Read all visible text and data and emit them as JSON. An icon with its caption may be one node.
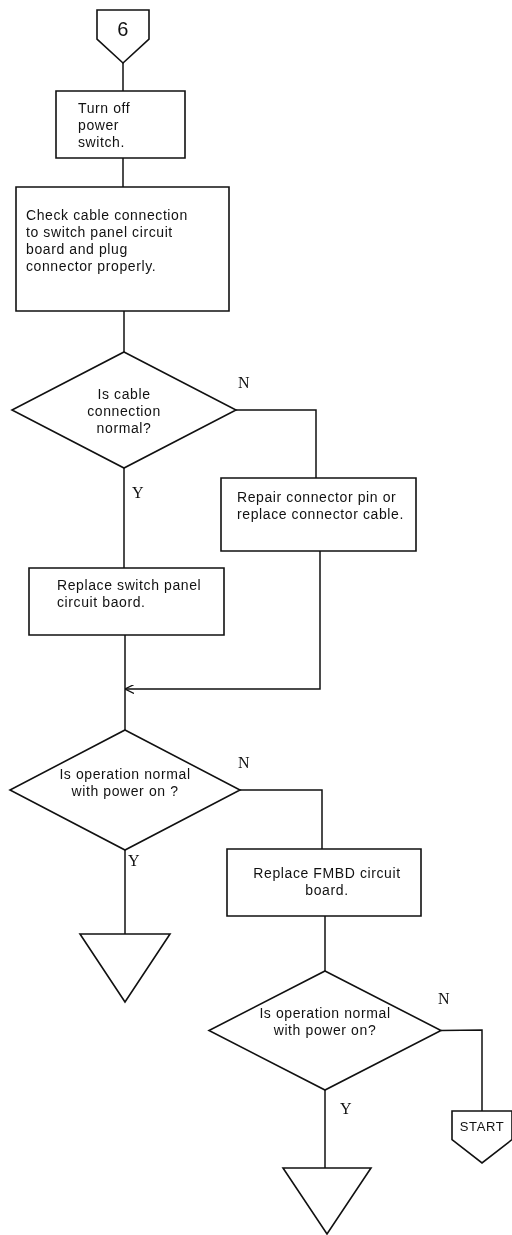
{
  "diagram": {
    "nodes": [
      {
        "text": [
          "6"
        ]
      },
      {
        "text": [
          "Turn off power switch."
        ]
      },
      {
        "text": [
          "Check cable connection to switch panel circuit board and plug connector properly."
        ]
      },
      {
        "text": [
          "Is cable connection normal?"
        ]
      },
      {
        "text": [
          "Repair connector pin or replace connector cable."
        ]
      },
      {
        "text": [
          "Replace switch panel circuit baord."
        ]
      },
      {
        "text": [
          "Is operation normal with power on ?"
        ]
      },
      {
        "text": [
          "Replace FMBD circuit board."
        ]
      },
      {
        "text": [],
        "shape": "triangle"
      },
      {
        "text": [
          "Is operation normal with power on?"
        ]
      },
      {
        "text": [
          "START"
        ]
      },
      {
        "text": [],
        "shape": "triangle"
      }
    ],
    "edges": [
      {
        "from": 0,
        "to": 1,
        "arrow": "none"
      },
      {
        "from": 1,
        "to": 2,
        "arrow": "none"
      },
      {
        "from": 2,
        "to": 3,
        "arrow": "none"
      },
      {
        "from": 3,
        "to": 4,
        "arrow": "none",
        "label": "N"
      },
      {
        "from": 3,
        "to": 5,
        "arrow": "none",
        "label": "Y"
      },
      {
        "from": 5,
        "to": 6,
        "arrow": "none"
      },
      {
        "from": 4,
        "to": 6,
        "arrow": "to"
      },
      {
        "from": 6,
        "to": 7,
        "arrow": "none",
        "label": "N"
      },
      {
        "from": 6,
        "to": 8,
        "arrow": "none",
        "label": "Y"
      },
      {
        "from": 7,
        "to": 9,
        "arrow": "none"
      },
      {
        "from": 9,
        "to": 10,
        "arrow": "none",
        "label": "N"
      },
      {
        "from": 9,
        "to": 11,
        "arrow": "none",
        "label": "Y"
      }
    ]
  }
}
